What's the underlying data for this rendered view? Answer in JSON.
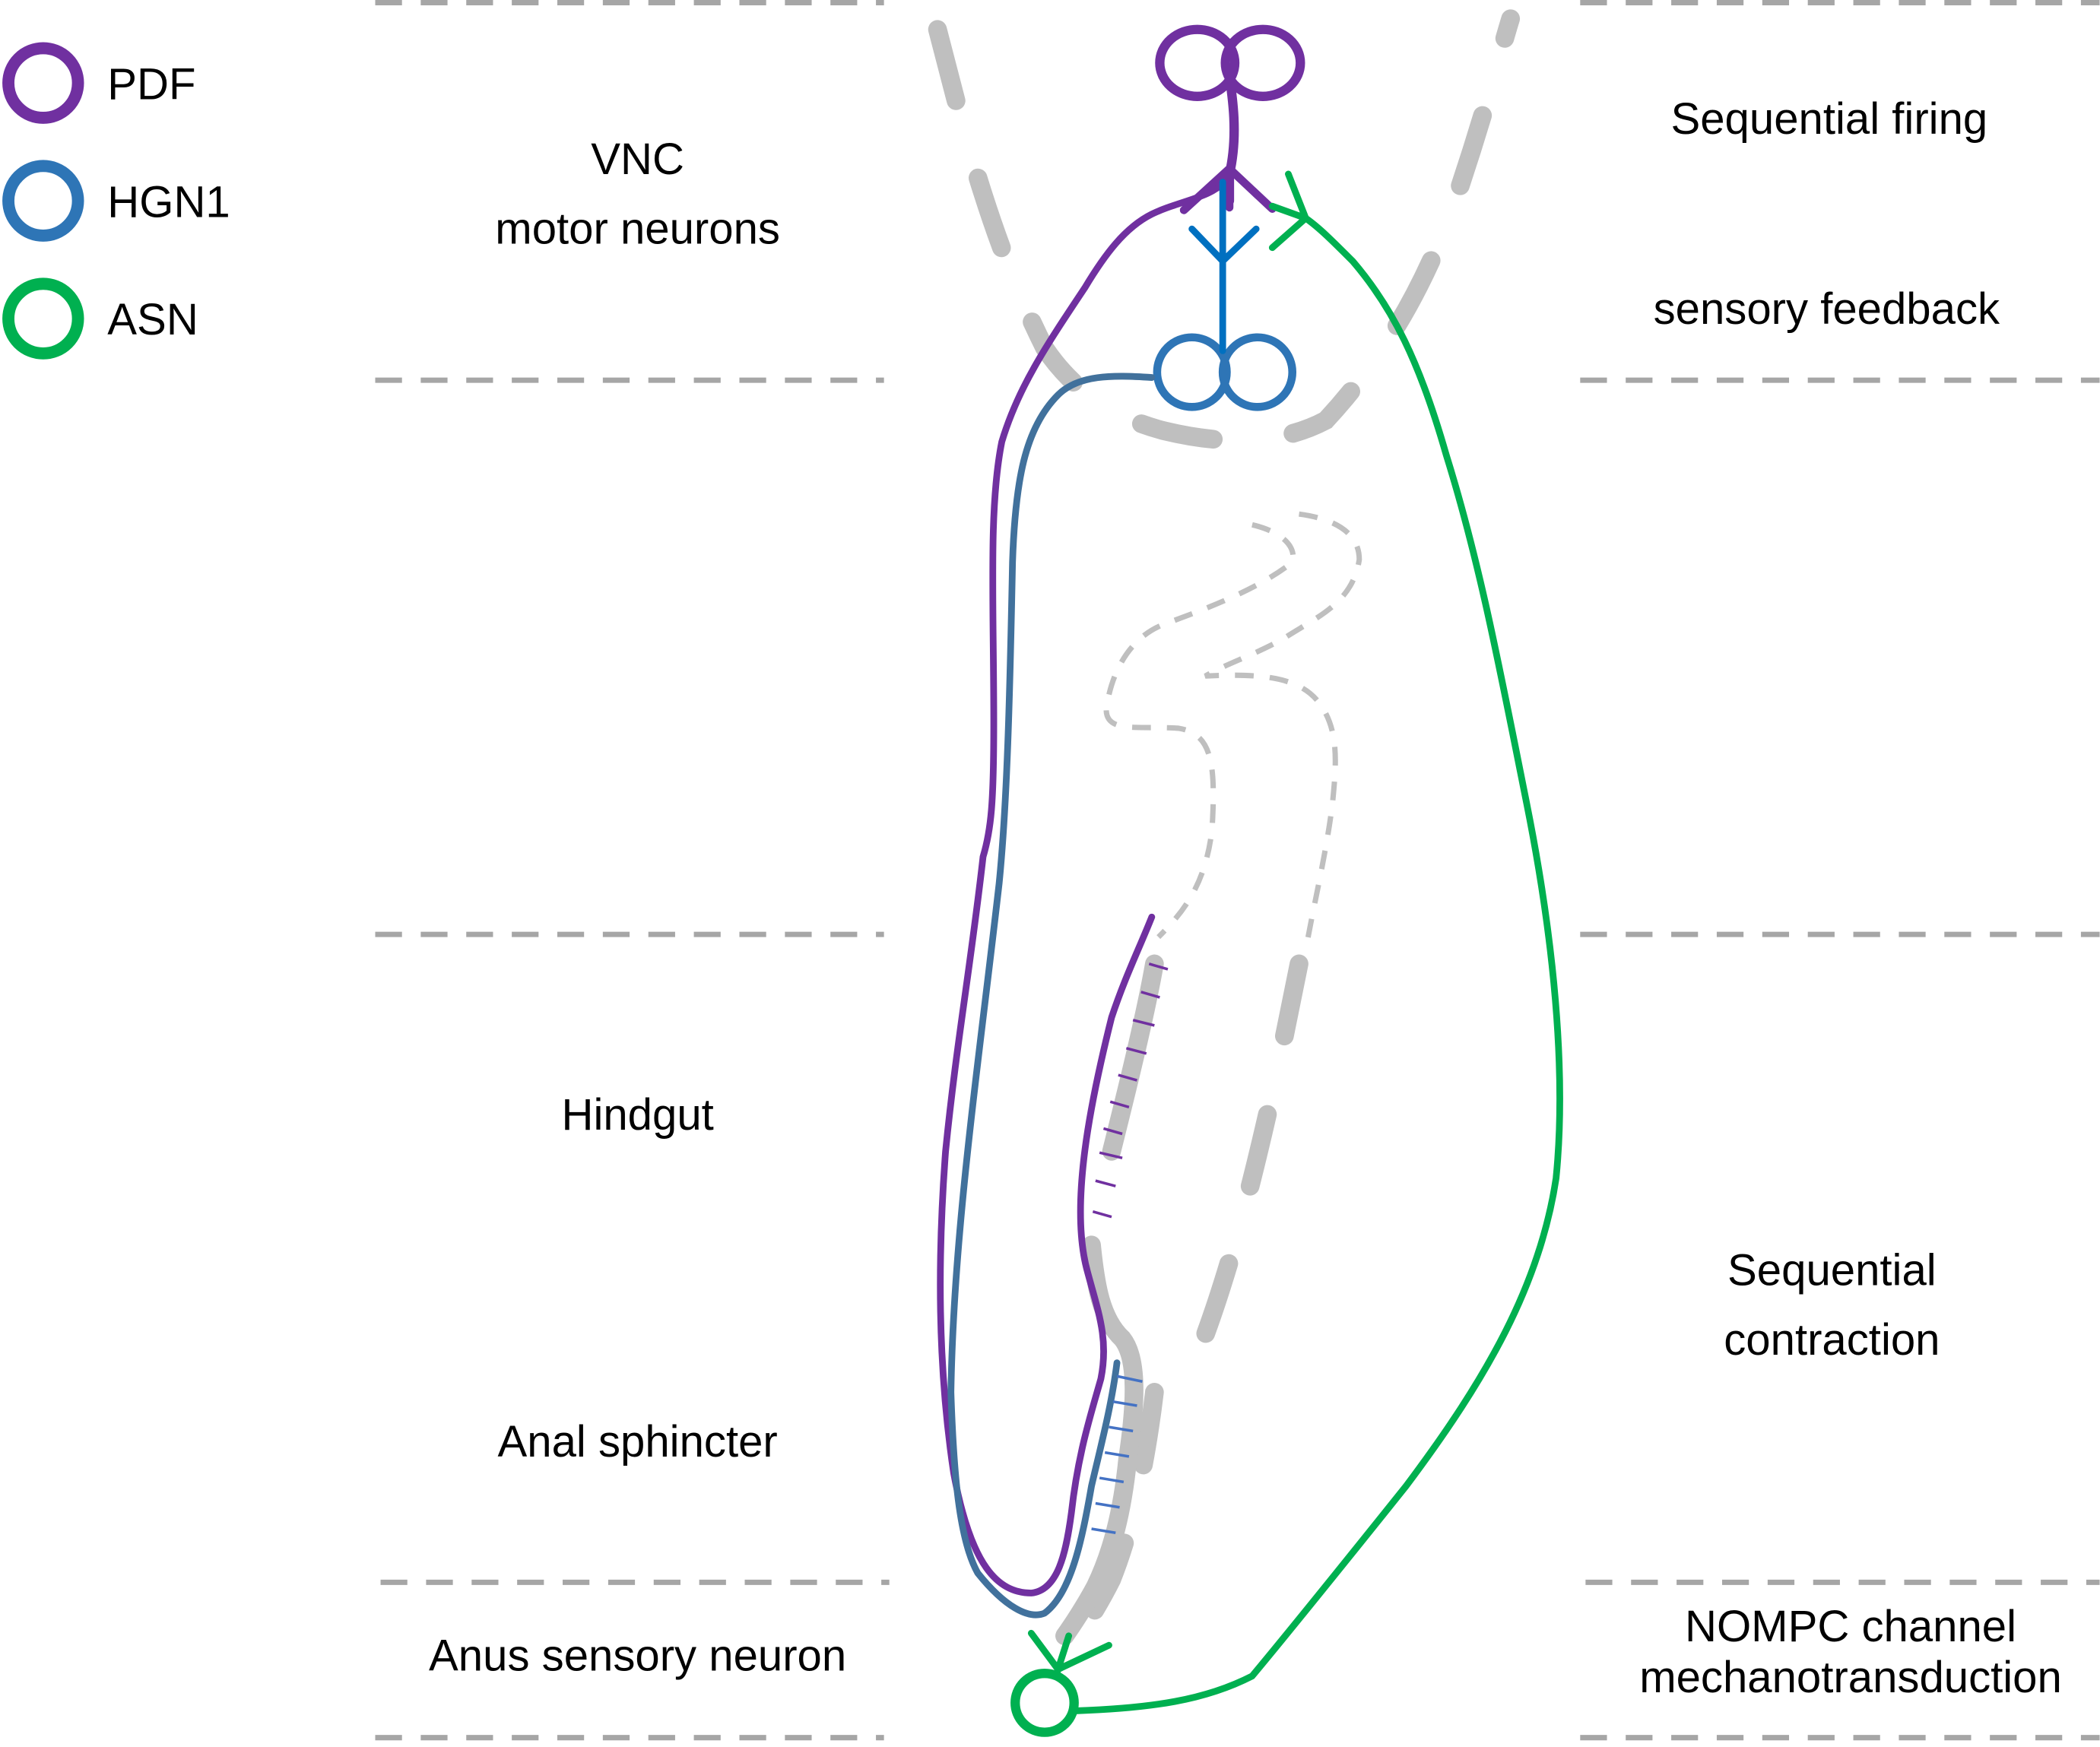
{
  "legend": [
    {
      "label": "PDF",
      "color": "#7030A0"
    },
    {
      "label": "HGN1",
      "color": "#2E75B6"
    },
    {
      "label": "ASN",
      "color": "#00B050"
    }
  ],
  "left_labels": {
    "vnc_line1": "VNC",
    "vnc_line2": "motor neurons",
    "hindgut": "Hindgut",
    "anal_sphincter": "Anal sphincter",
    "anus_sensory_neuron": "Anus sensory neuron"
  },
  "right_labels": {
    "sequential_firing": "Sequential firing",
    "sensory_feedback": "sensory feedback",
    "sequential_contraction_line1": "Sequential",
    "sequential_contraction_line2": "contraction",
    "nompc_line1": "NOMPC channel",
    "nompc_line2": "mechanotransduction"
  },
  "colors": {
    "pdf": "#7030A0",
    "hgn1": "#2E75B6",
    "hgn1_axon": "#41719C",
    "asn": "#00B050",
    "receptor": "#0070C0",
    "gut": "#BFBFBF",
    "divider": "#A6A6A6"
  }
}
